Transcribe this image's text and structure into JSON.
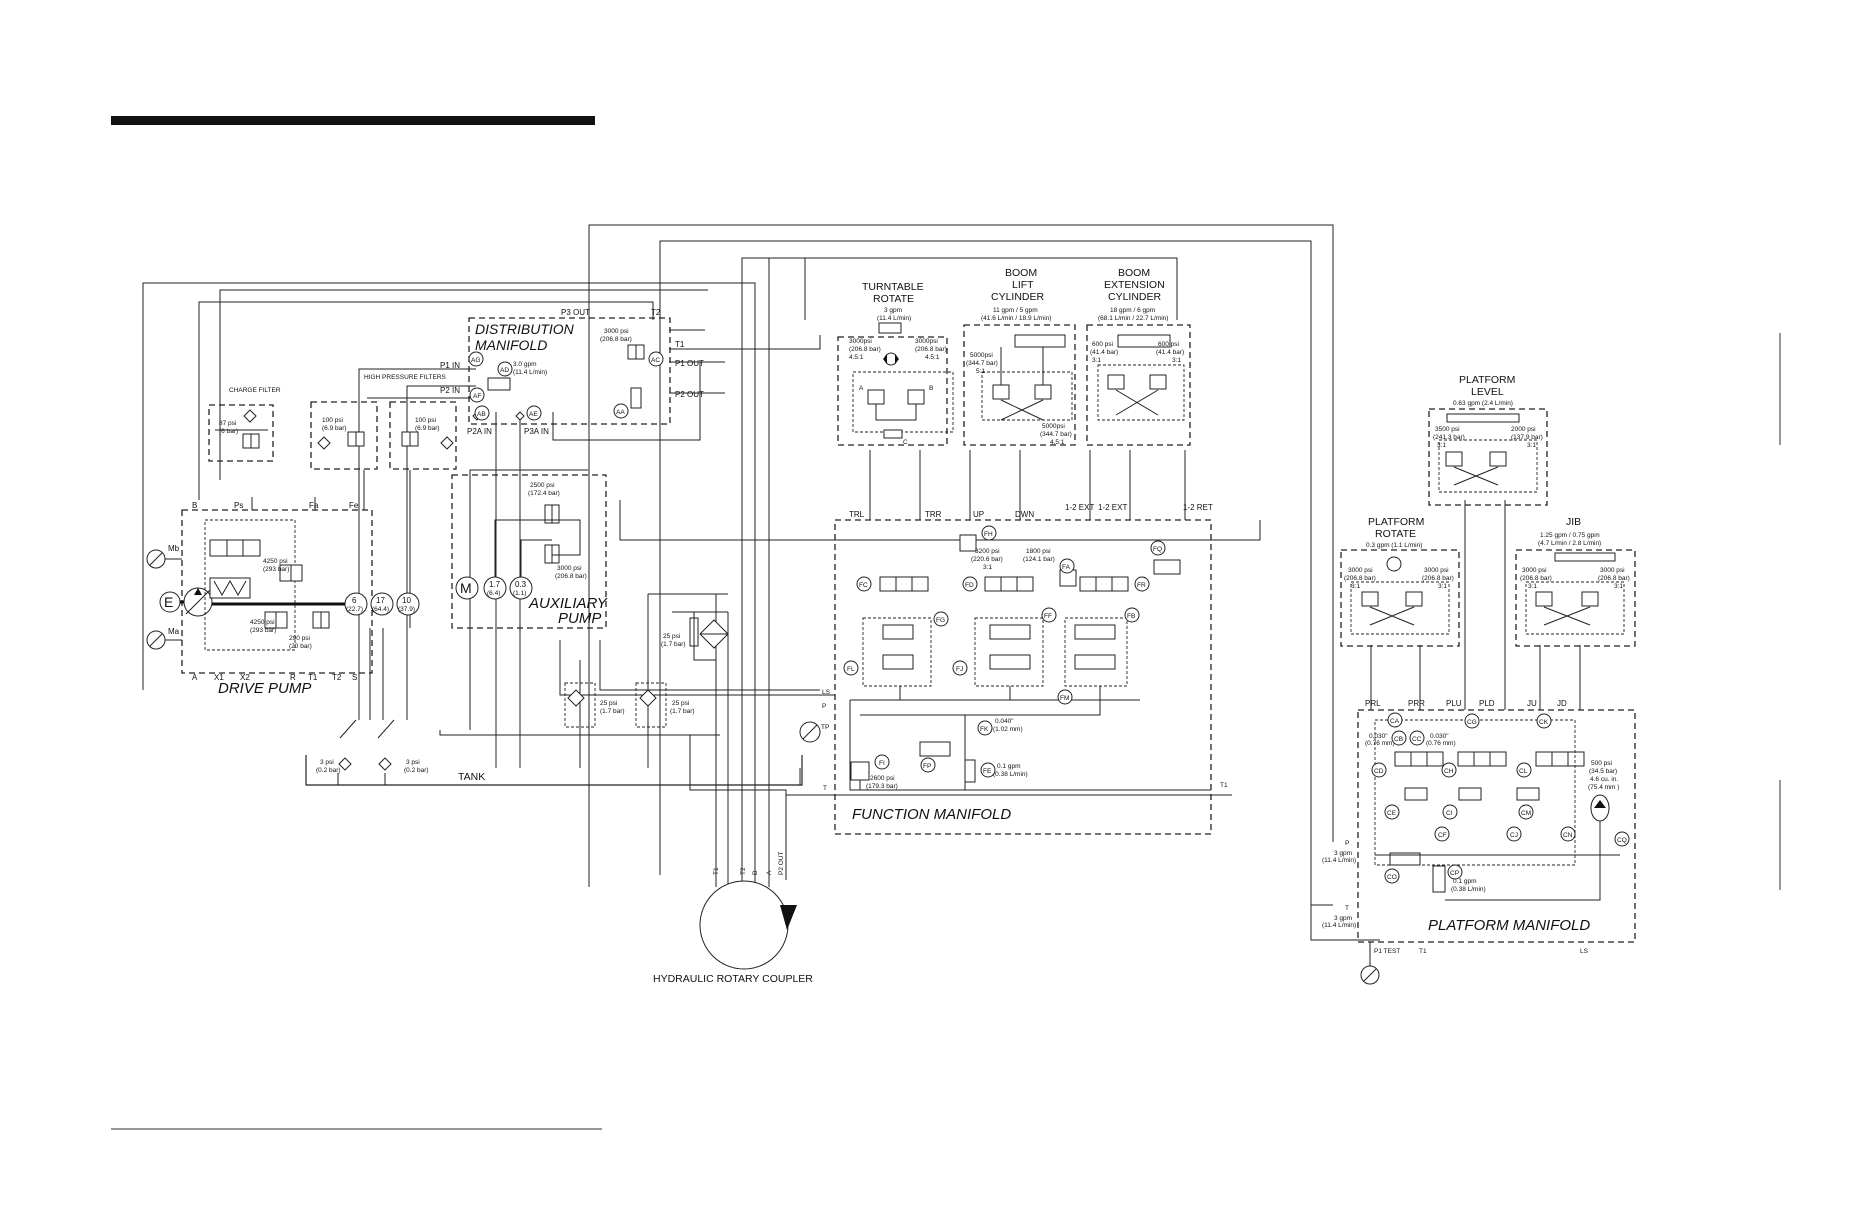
{
  "diagram": {
    "drive_pump": {
      "label": "DRIVE PUMP",
      "ports_top": [
        "B",
        "Ps",
        "Fa",
        "Fe"
      ],
      "ports_bottom": [
        "A",
        "X1",
        "X2",
        "R",
        "T1",
        "T2",
        "S"
      ],
      "gauges": [
        "Mb",
        "Ma"
      ],
      "engine": "E",
      "relief_high_1": {
        "psi": "4250 psi",
        "bar": "(293 bar)"
      },
      "relief_high_2": {
        "psi": "4250 psi",
        "bar": "(293 bar)"
      },
      "charge_relief": {
        "psi": "290 psi",
        "bar": "(20 bar)"
      },
      "pump_sections": [
        {
          "v": "6",
          "m": "(22.7)"
        },
        {
          "v": "17",
          "m": "(64.4)"
        },
        {
          "v": "10",
          "m": "(37.9)"
        }
      ]
    },
    "charge_filter": {
      "title": "CHARGE FILTER",
      "psi": "87 psi",
      "bar": "(6 bar)"
    },
    "hp_filters": {
      "title": "HIGH PRESSURE FILTERS",
      "f1": {
        "psi": "100 psi",
        "bar": "(6.9 bar)"
      },
      "f2": {
        "psi": "100 psi",
        "bar": "(6.9 bar)"
      }
    },
    "distribution_manifold": {
      "label_l1": "DISTRIBUTION",
      "label_l2": "MANIFOLD",
      "p3_out": "P3 OUT",
      "t2": "T2",
      "t1": "T1",
      "p1_in": "P1 IN",
      "p1_out": "P1 OUT",
      "p2_in": "P2 IN",
      "p2_out": "P2 OUT",
      "p2a_in": "P2A IN",
      "p3a_in": "P3A IN",
      "relief": {
        "psi": "3000 psi",
        "bar": "(206.8 bar)"
      },
      "orifice": {
        "gpm": "3.0 gpm",
        "lpm": "(11.4 L/min)"
      },
      "codes": [
        "AG",
        "AD",
        "AC",
        "AF",
        "AB",
        "AE",
        "AA"
      ]
    },
    "auxiliary_pump": {
      "label_l1": "AUXILIARY",
      "label_l2": "PUMP",
      "motor": "M",
      "sec1": {
        "v": "1.7",
        "m": "(6.4)"
      },
      "sec2": {
        "v": "0.3",
        "m": "(1.1)"
      },
      "relief_1": {
        "psi": "2500 psi",
        "bar": "(172.4 bar)"
      },
      "relief_2": {
        "psi": "3000 psi",
        "bar": "(206.8 bar)"
      }
    },
    "oil_cooler_bypass": {
      "psi": "25 psi",
      "bar": "(1.7 bar)"
    },
    "tank": {
      "label": "TANK",
      "filters": [
        {
          "psi": "25 psi",
          "bar": "(1.7 bar)"
        },
        {
          "psi": "25 psi",
          "bar": "(1.7 bar)"
        }
      ],
      "suction": [
        {
          "psi": "3 psi",
          "bar": "(0.2 bar)"
        },
        {
          "psi": "3 psi",
          "bar": "(0.2 bar)"
        }
      ]
    },
    "rotary_coupler": {
      "label": "HYDRAULIC ROTARY COUPLER",
      "ports": [
        "T1",
        "T2",
        "B",
        "A",
        "P2 OUT"
      ]
    },
    "turntable_rotate": {
      "title_l1": "TURNTABLE",
      "title_l2": "ROTATE",
      "gpm": "3 gpm",
      "lpm": "(11.4 L/min)",
      "left": {
        "psi": "3000psi",
        "bar": "(206.8 bar)",
        "ratio": "4.5:1"
      },
      "right": {
        "psi": "3000psi",
        "bar": "(206.8 bar)",
        "ratio": "4.5:1"
      },
      "ports": [
        "A",
        "B",
        "C"
      ]
    },
    "boom_lift": {
      "title_l1": "BOOM",
      "title_l2": "LIFT",
      "title_l3": "CYLINDER",
      "gpm": "11 gpm / 5 gpm",
      "lpm": "(41.6 L/min / 18.9 L/min)",
      "left": {
        "psi": "5000psi",
        "bar": "(344.7 bar)",
        "ratio": "5:1"
      },
      "right": {
        "psi": "5000psi",
        "bar": "(344.7 bar)",
        "ratio": "4.5:1"
      }
    },
    "boom_extension": {
      "title_l1": "BOOM",
      "title_l2": "EXTENSION",
      "title_l3": "CYLINDER",
      "gpm": "18 gpm / 6 gpm",
      "lpm": "(68.1 L/min / 22.7 L/min)",
      "left": {
        "psi": "600 psi",
        "bar": "(41.4 bar)",
        "ratio": "3:1"
      },
      "right": {
        "psi": "600 psi",
        "bar": "(41.4 bar)",
        "ratio": "3:1"
      }
    },
    "function_manifold": {
      "label": "FUNCTION MANIFOLD",
      "ports_top": [
        "TRL",
        "TRR",
        "UP",
        "DWN",
        "1-2 EXT",
        "1-2 EXT",
        "1-2 RET"
      ],
      "ports_misc": [
        "LS",
        "P",
        "TP",
        "T",
        "T1"
      ],
      "codes": [
        "FH",
        "FQ",
        "FA",
        "FC",
        "FD",
        "FR",
        "FG",
        "FF",
        "FB",
        "FL",
        "FJ",
        "FM",
        "FK",
        "FI",
        "FP",
        "FE"
      ],
      "relief_up": {
        "psi": "3200 psi",
        "bar": "(220.6 bar)",
        "ratio": "3:1"
      },
      "relief_ext": {
        "psi": "1800 psi",
        "bar": "(124.1 bar)"
      },
      "relief_main": {
        "psi": "2600 psi",
        "bar": "(179.3 bar)"
      },
      "orifice": {
        "in": "0.040\"",
        "mm": "(1.02 mm)"
      },
      "flow": {
        "gpm": "0.1 gpm",
        "lpm": "(0.38 L/min)"
      }
    },
    "platform_level": {
      "title_l1": "PLATFORM",
      "title_l2": "LEVEL",
      "gpm": "0.63 gpm (2.4 L/min)",
      "left": {
        "psi": "3500 psi",
        "bar": "(241.3 bar)",
        "ratio": "3:1"
      },
      "right": {
        "psi": "2000 psi",
        "bar": "(137.9 bar)",
        "ratio": "3:1"
      }
    },
    "platform_rotate": {
      "title_l1": "PLATFORM",
      "title_l2": "ROTATE",
      "gpm": "0.3 gpm (1.1 L/min)",
      "left": {
        "psi": "3000 psi",
        "bar": "(206.8 bar)",
        "ratio": "3:1"
      },
      "right": {
        "psi": "3000 psi",
        "bar": "(206.8 bar)",
        "ratio": "3:1"
      }
    },
    "jib": {
      "title": "JIB",
      "gpm": "1.25 gpm / 0.75 gpm",
      "lpm": "(4.7 L/min / 2.8 L/min)",
      "left": {
        "psi": "3000 psi",
        "bar": "(206.8 bar)",
        "ratio": "3:1"
      },
      "right": {
        "psi": "3000 psi",
        "bar": "(206.8 bar)",
        "ratio": "3:1"
      }
    },
    "platform_manifold": {
      "label": "PLATFORM MANIFOLD",
      "ports_top": [
        "PRL",
        "PRR",
        "PLU",
        "PLD",
        "JU",
        "JD"
      ],
      "ports_bottom": [
        "P1 TEST",
        "T1",
        "LS"
      ],
      "p": "P",
      "t": "T",
      "codes": [
        "CA",
        "CB",
        "CC",
        "CG",
        "CK",
        "CD",
        "CH",
        "CL",
        "CE",
        "CI",
        "CM",
        "CF",
        "CJ",
        "CN",
        "CQ",
        "CO",
        "CP"
      ],
      "orifice_1": {
        "in": "0.030\"",
        "mm": "(0.76 mm)"
      },
      "orifice_2": {
        "in": "0.030\"",
        "mm": "(0.76 mm)"
      },
      "accumulator": {
        "psi": "500 psi",
        "bar": "(34.5 bar)",
        "vol": "4.6 cu. in.",
        "ml": "(75.4 mm )"
      },
      "flow_p": {
        "gpm": "3 gpm",
        "lpm": "(11.4 L/min)"
      },
      "flow_t": {
        "gpm": "3 gpm",
        "lpm": "(11.4 L/min)"
      },
      "flow_cp": {
        "gpm": "0.1 gpm",
        "lpm": "(0.38 L/min)"
      }
    }
  }
}
